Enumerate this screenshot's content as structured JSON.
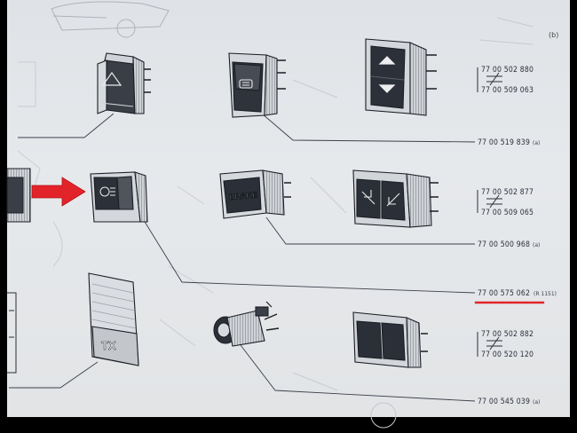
{
  "page": {
    "corner_mark": "(b)",
    "background": "#e3e6e9",
    "highlight_color": "#e3232a"
  },
  "switches": [
    {
      "name": "hazard-switch",
      "icon": "hazard-triangle-icon"
    },
    {
      "name": "rear-defrost-switch",
      "icon": "rear-window-icon"
    },
    {
      "name": "rocker-arrow-switch",
      "icon": "up-down-arrow-icon"
    },
    {
      "name": "fog-light-switch",
      "icon": "fog-light-icon",
      "highlighted": true
    },
    {
      "name": "brake-warning-light",
      "label": "BRAKE"
    },
    {
      "name": "double-window-switch",
      "icon": "window-arrows-icon"
    },
    {
      "name": "tx-indicator-lens",
      "label": "TX"
    },
    {
      "name": "round-connector",
      "icon": "round-socket-icon"
    },
    {
      "name": "dual-rocker-switch",
      "icon": "double-rocker-icon"
    }
  ],
  "part_numbers": {
    "row1_top": "77 00 502 880",
    "row1_bottom": "77 00 509 063",
    "row1_single": "77 00 519 839",
    "row1_single_note": "(a)",
    "row2_top": "77 00 502 877",
    "row2_bottom": "77 00 509 065",
    "row2_single": "77 00 500 968",
    "row2_single_note": "(a)",
    "row3_highlighted": "77 00 575 062",
    "row3_note": "(R 1151)",
    "row4_top": "77 00 502 882",
    "row4_bottom": "77 00 520 120",
    "row4_single": "77 00 545 039",
    "row4_single_note": "(a)"
  }
}
